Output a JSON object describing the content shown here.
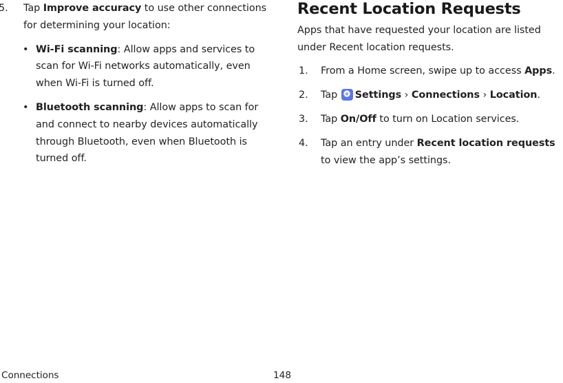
{
  "document": {
    "footer": {
      "chapter": "Connections",
      "page_number": "148"
    }
  },
  "left_column": {
    "step": {
      "number": "5.",
      "text_before_bold": "Tap ",
      "bold_term": "Improve accuracy",
      "text_after_bold": " to use other connections for determining your location:"
    },
    "bullets": [
      {
        "marker": "•",
        "bold_term": "Wi-Fi scanning",
        "text": ": Allow apps and services to scan for Wi-Fi networks automatically, even when Wi-Fi is turned off."
      },
      {
        "marker": "•",
        "bold_term": "Bluetooth scanning",
        "text": ": Allow apps to scan for and connect to nearby devices automatically through Bluetooth, even when Bluetooth is turned off."
      }
    ]
  },
  "right_column": {
    "heading": "Recent Location Requests",
    "intro": "Apps that have requested your location are listed under Recent location requests.",
    "steps": [
      {
        "number": "1.",
        "text_before_bold": "From a Home screen, swipe up to access ",
        "bold_term": "Apps",
        "text_after_bold": "."
      },
      {
        "number": "2.",
        "text_before_bold": "Tap ",
        "icon_name": "settings-gear-icon",
        "bold_term": "Settings",
        "separator_1": " › ",
        "bold_term_2": "Connections",
        "separator_2": " › ",
        "bold_term_3": "Location",
        "text_after_bold": "."
      },
      {
        "number": "3.",
        "text_before_bold": "Tap ",
        "bold_term": "On/Off",
        "text_after_bold": " to turn on Location services."
      },
      {
        "number": "4.",
        "text_before_bold": "Tap an entry under ",
        "bold_term": "Recent location requests",
        "text_after_bold": " to view the app’s settings."
      }
    ]
  },
  "colors": {
    "text": "#231f20",
    "heading": "#1a1a1a",
    "icon_background": "#5b76e8",
    "icon_glyph": "#ffffff",
    "page_background": "#ffffff"
  }
}
